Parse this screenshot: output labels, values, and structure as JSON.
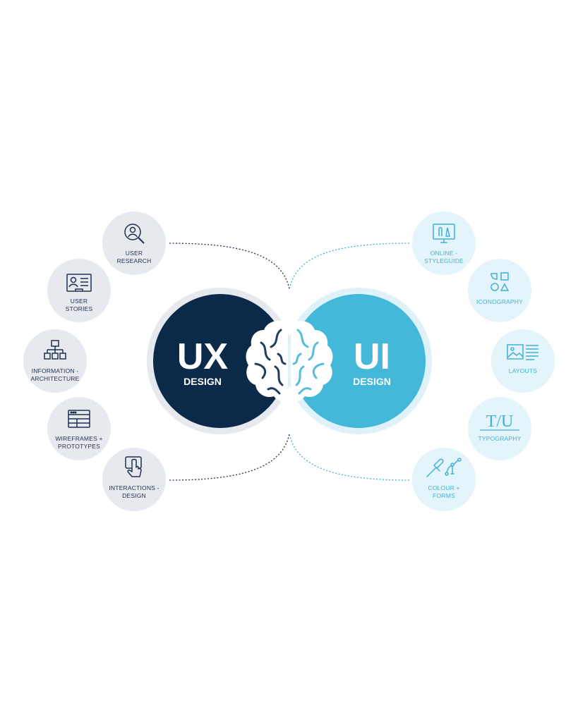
{
  "colors": {
    "ux_dark": "#0b2a4a",
    "ui_blue": "#43b8d9",
    "ux_ring": "#e6e9ee",
    "ui_ring": "#dff2f9",
    "ux_node_bg": "#e6e9ed",
    "ui_node_bg": "#e3f4fa",
    "ux_text": "#1f3150",
    "ui_text": "#43b0d4",
    "white": "#ffffff"
  },
  "center": {
    "ux_title": "UX",
    "ux_subtitle": "DESIGN",
    "ui_title": "UI",
    "ui_subtitle": "DESIGN",
    "brain_icon": "brain-icon"
  },
  "ux_nodes": [
    {
      "id": "user-research",
      "line1": "USER",
      "line2": "RESEARCH",
      "icon": "magnifier-user-icon"
    },
    {
      "id": "user-stories",
      "line1": "USER",
      "line2": "STORIES",
      "icon": "id-card-icon"
    },
    {
      "id": "information-architecture",
      "line1": "INFORMATION -",
      "line2": "ARCHITECTURE",
      "icon": "sitemap-icon"
    },
    {
      "id": "wireframes-prototypes",
      "line1": "WIREFRAMES +",
      "line2": "PROTOTYPES",
      "icon": "browser-window-icon"
    },
    {
      "id": "interactions-design",
      "line1": "INTERACTIONS -",
      "line2": "DESIGN",
      "icon": "tap-hand-icon"
    }
  ],
  "ui_nodes": [
    {
      "id": "online-styleguide",
      "line1": "ONLINE -",
      "line2": "STYLEGUIDE",
      "icon": "monitor-pen-icon"
    },
    {
      "id": "iconography",
      "line1": "ICONOGRAPHY",
      "line2": "",
      "icon": "shapes-icon"
    },
    {
      "id": "layouts",
      "line1": "LAYOUTS",
      "line2": "",
      "icon": "image-text-layout-icon"
    },
    {
      "id": "typography",
      "line1": "TYPOGRAPHY",
      "line2": "",
      "icon": "type-letters-icon"
    },
    {
      "id": "colour-forms",
      "line1": "COLOUR +",
      "line2": "FORMS",
      "icon": "pipette-bezier-icon"
    }
  ],
  "typography_glyphs": "T/U"
}
